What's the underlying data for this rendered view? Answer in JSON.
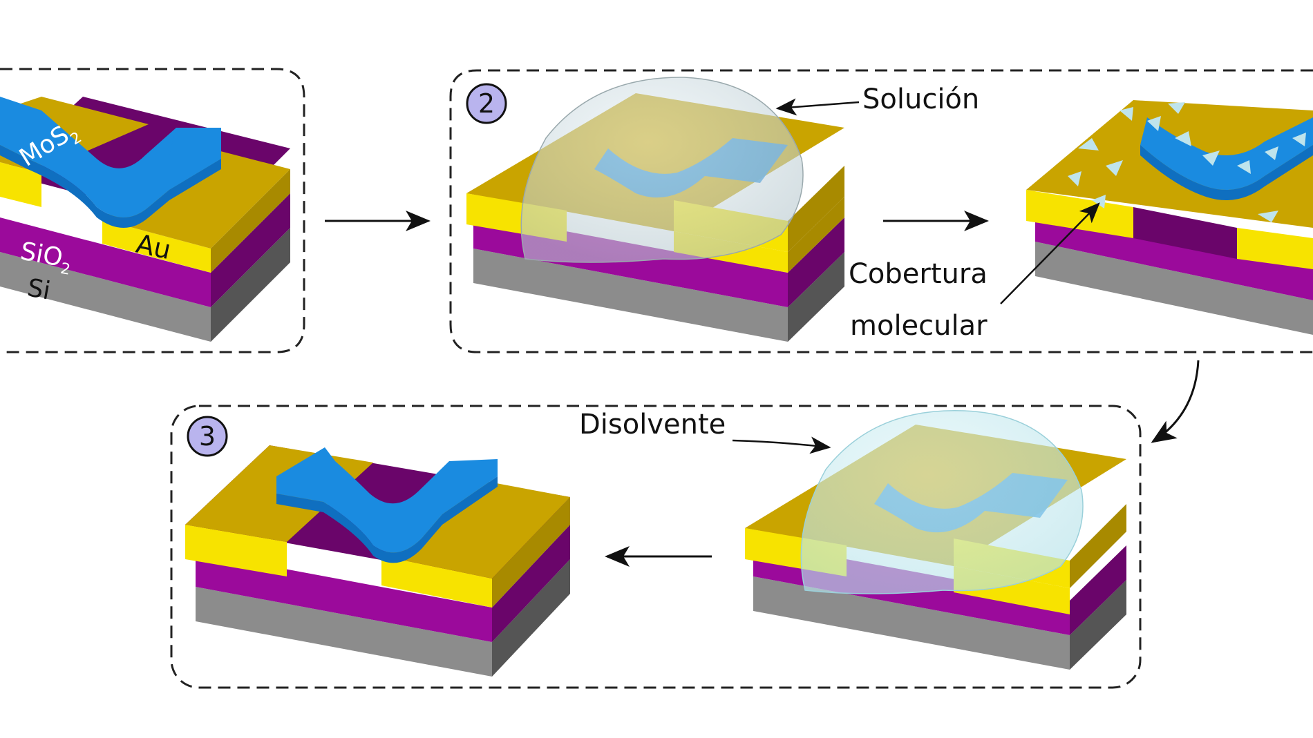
{
  "labels": {
    "mos2": "MoS",
    "mos2_sub": "2",
    "au": "Au",
    "sio2": "SiO",
    "sio2_sub": "2",
    "si": "Si",
    "solucion": "Solución",
    "cobertura_line1": "Cobertura",
    "cobertura_line2": "molecular",
    "disolvente": "Disolvente"
  },
  "steps": {
    "step2": "2",
    "step3": "3"
  },
  "colors": {
    "gold_top": "#c9a400",
    "gold_front": "#f7e300",
    "gold_side": "#a88a00",
    "sio2_front": "#9b0a9b",
    "sio2_side": "#6a056a",
    "si_front": "#8c8c8c",
    "si_side": "#555555",
    "mos2": "#1a8be0",
    "mos2_dark": "#0f6fc0",
    "badge": "#b9b4ee",
    "dome": "#cfe6f2"
  }
}
